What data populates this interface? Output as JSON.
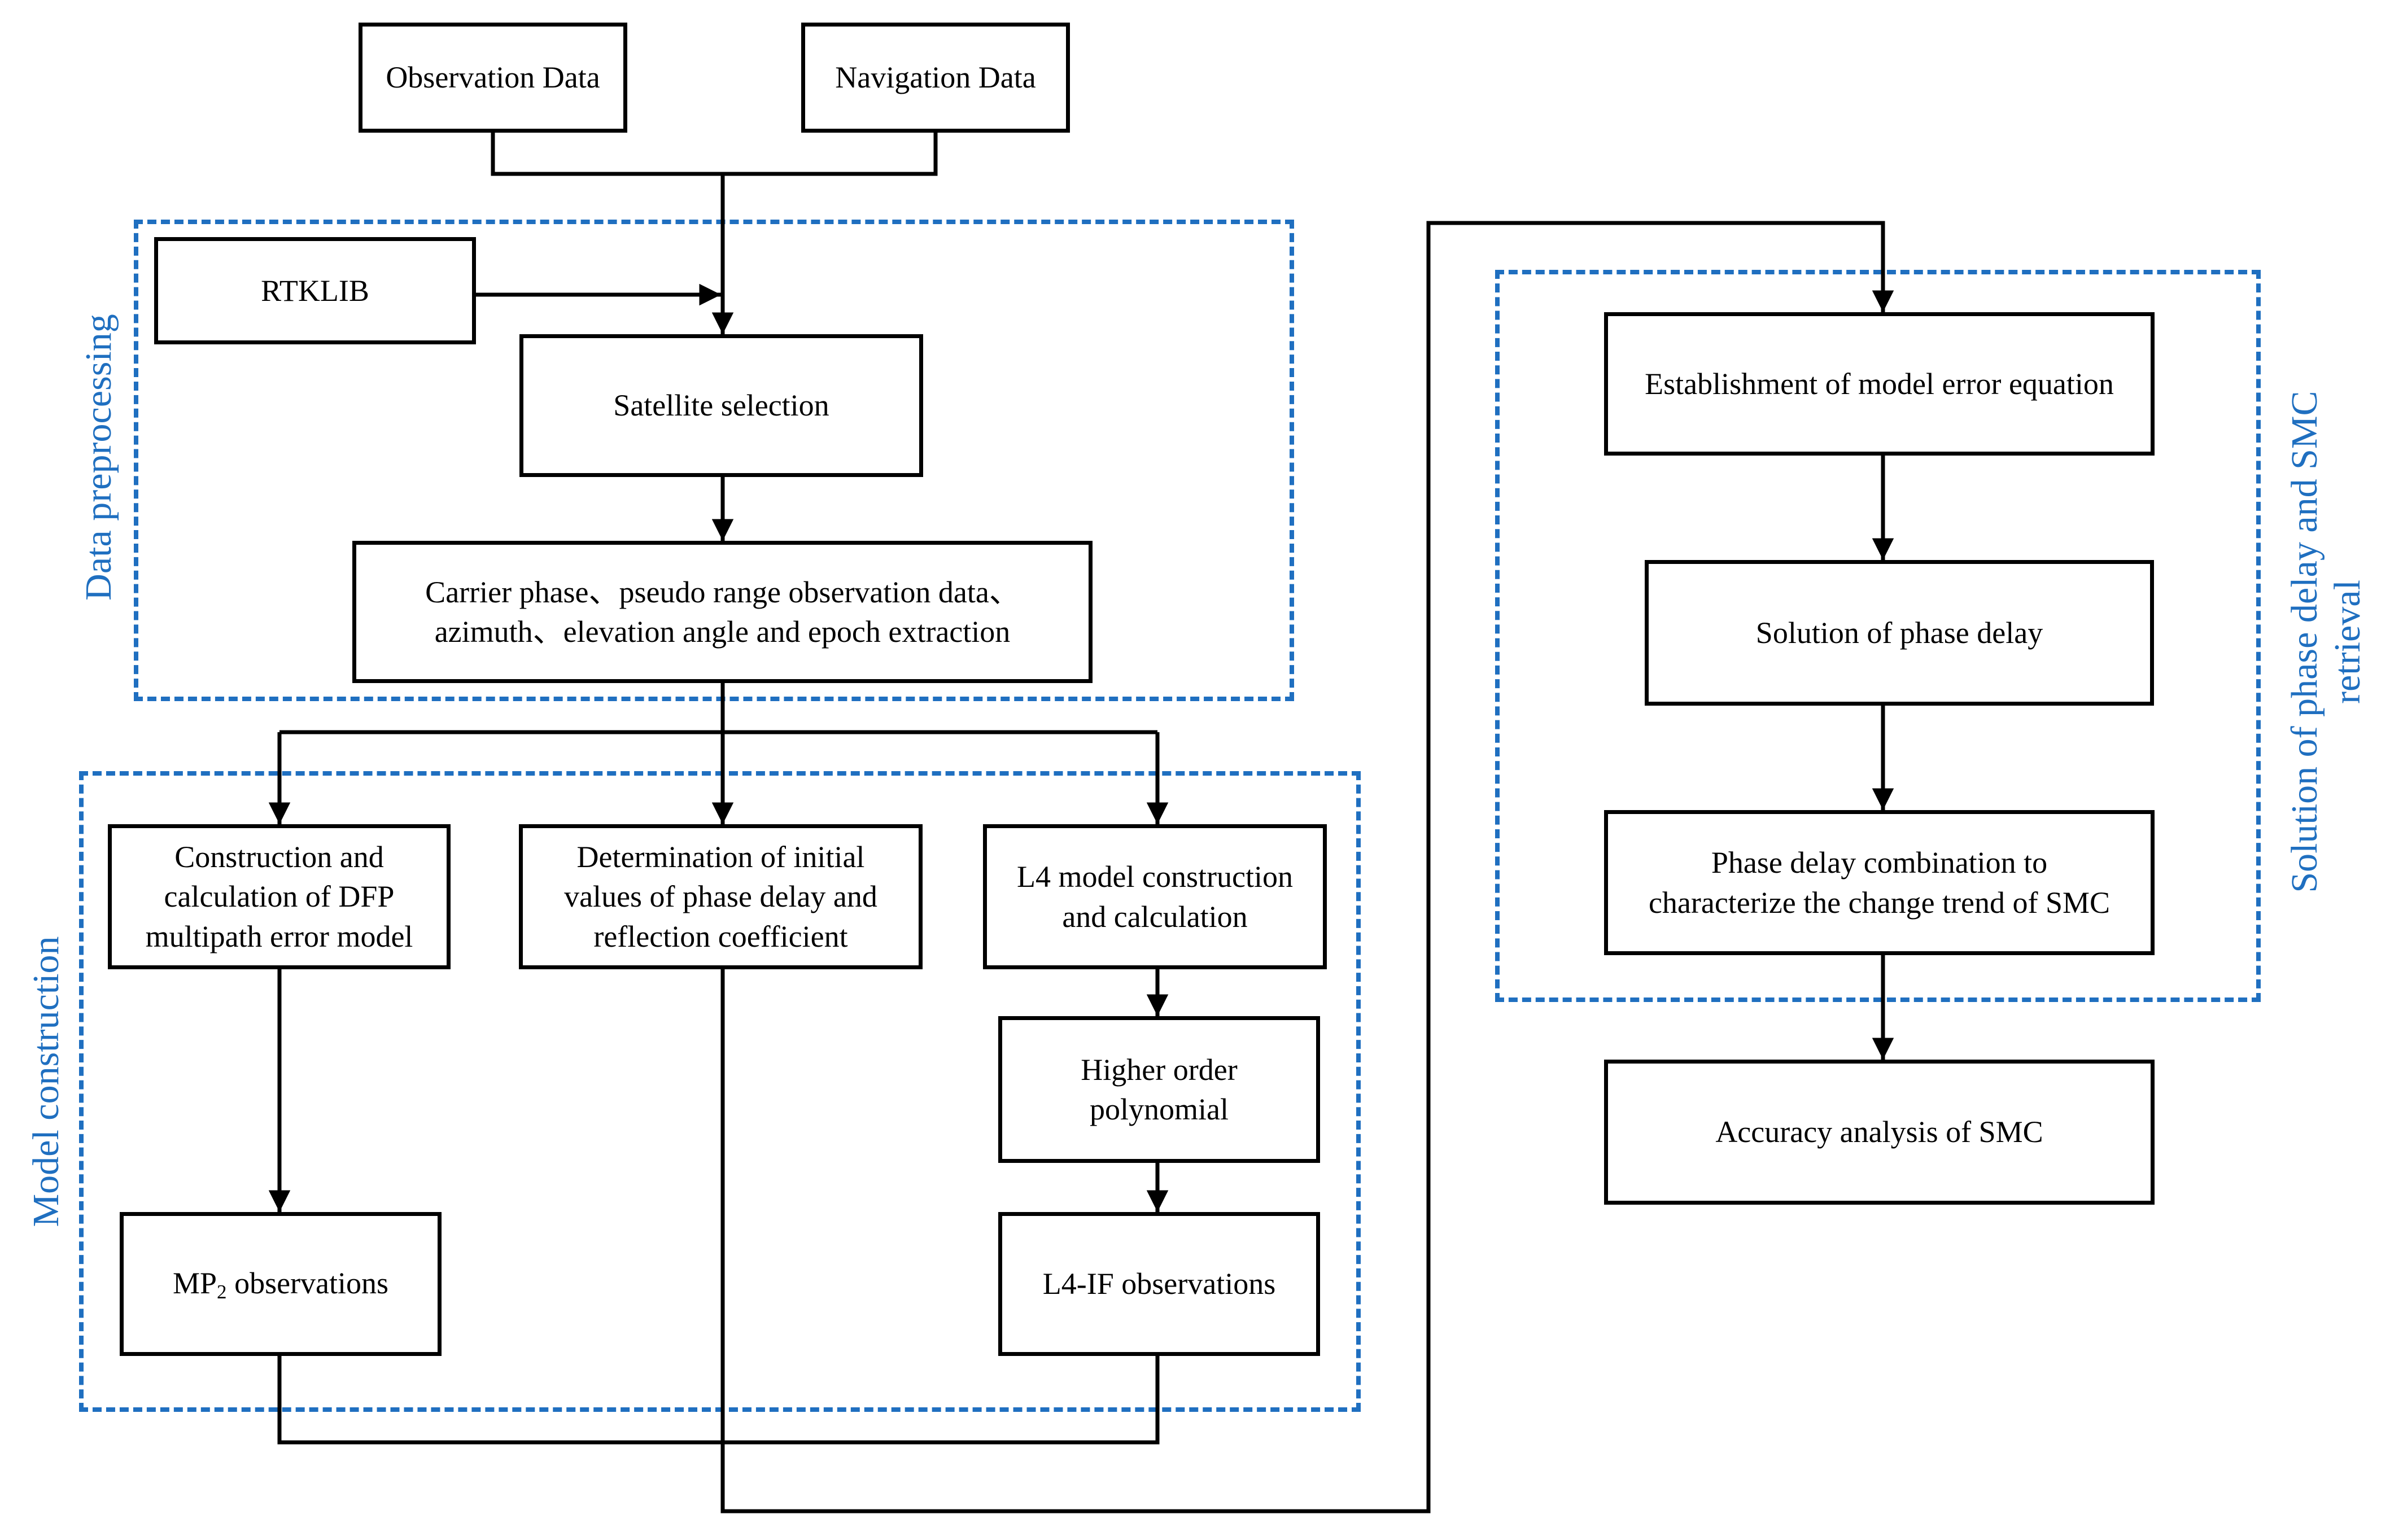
{
  "groups": {
    "preprocessing": {
      "label": "Data preprocessing"
    },
    "model": {
      "label": "Model construction"
    },
    "solution": {
      "label_line1": "Solution of phase delay and SMC",
      "label_line2": "retrieval"
    }
  },
  "nodes": {
    "observation_data": "Observation Data",
    "navigation_data": "Navigation Data",
    "rtklib": "RTKLIB",
    "satellite_selection": "Satellite selection",
    "extraction_line1": "Carrier phase、pseudo range observation data、",
    "extraction_line2": "azimuth、elevation angle and epoch extraction",
    "dfp_line1": "Construction and",
    "dfp_line2": "calculation of DFP",
    "dfp_line3": "multipath error model",
    "initial_line1": "Determination of initial",
    "initial_line2": "values of  phase delay and",
    "initial_line3": "reflection coefficient",
    "l4_line1": "L4 model construction",
    "l4_line2": "and calculation",
    "poly_line1": "Higher order",
    "poly_line2": "polynomial",
    "mp2_prefix": "MP",
    "mp2_sub": "2",
    "mp2_suffix": " observations",
    "l4if": "L4-IF observations",
    "error_equation": "Establishment of model error equation",
    "phase_delay": "Solution of phase delay",
    "combo_line1": "Phase delay combination to",
    "combo_line2": "characterize the change trend of SMC",
    "accuracy": "Accuracy analysis of SMC"
  },
  "colors": {
    "box_border": "#000000",
    "group_border": "#1f6fc0",
    "group_label": "#1f6fc0"
  }
}
